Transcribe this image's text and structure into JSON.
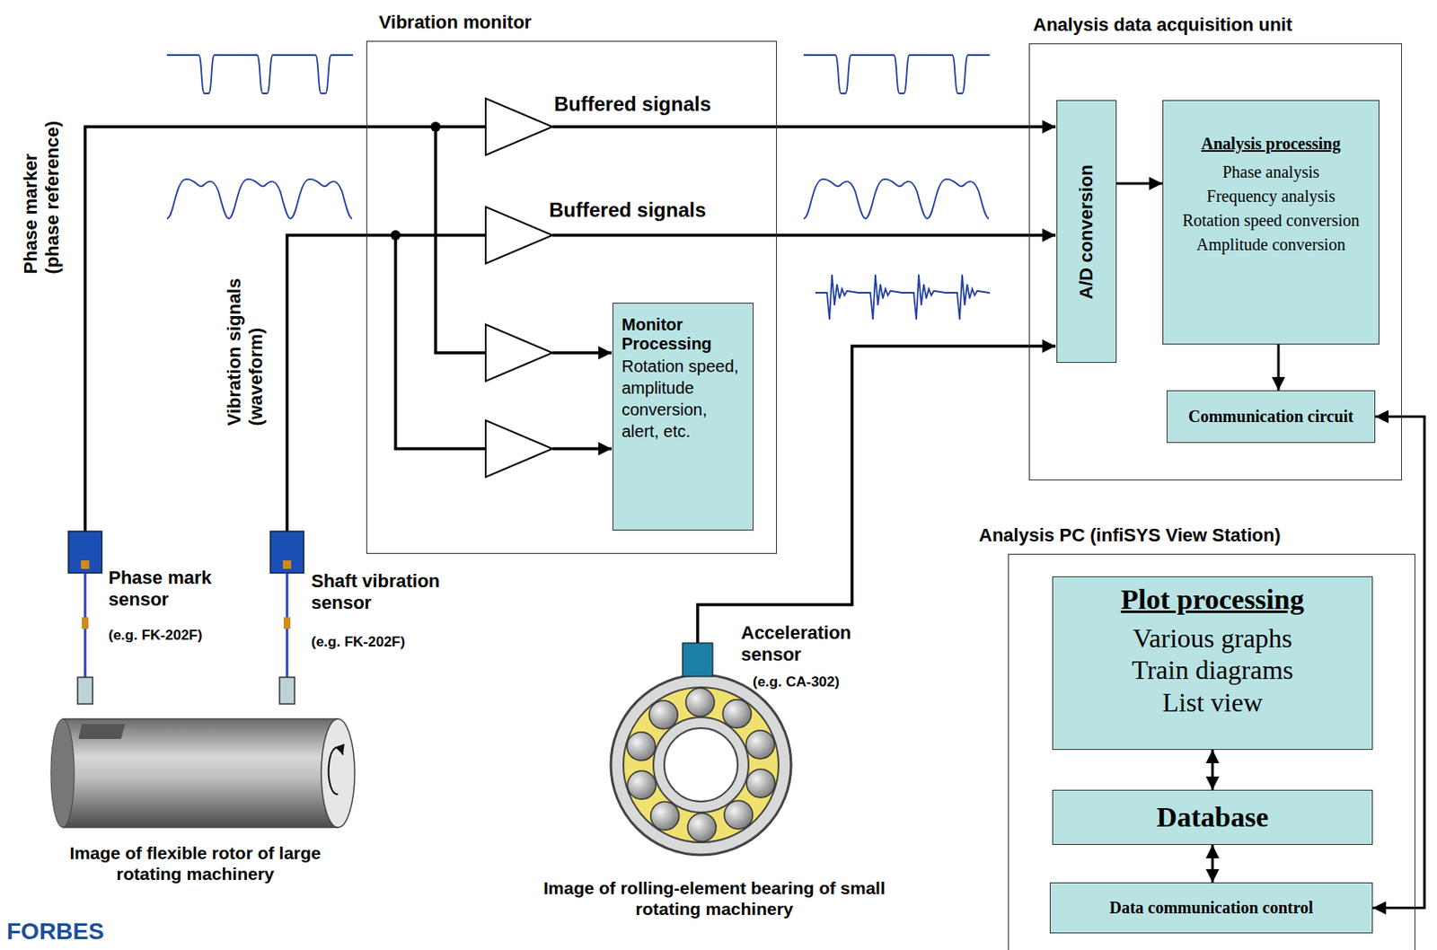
{
  "diagram": {
    "nodes": [
      {
        "text": [
          "Vibration monitor"
        ]
      },
      {
        "text": [
          "Monitor Processing",
          "Rotation speed, amplitude conversion, alert, etc."
        ],
        "in": 0
      },
      {
        "text": [
          "Analysis data acquisition unit"
        ]
      },
      {
        "text": [
          "A/D conversion"
        ],
        "in": 2
      },
      {
        "text": [
          "Analysis processing",
          "Phase analysis",
          "Frequency analysis",
          "Rotation speed conversion",
          "Amplitude conversion"
        ],
        "in": 2
      },
      {
        "text": [
          "Communication circuit"
        ],
        "in": 2
      },
      {
        "text": [
          "Analysis PC (infiSYS View Station)"
        ]
      },
      {
        "text": [
          "Plot processing",
          "Various graphs",
          "Train diagrams",
          "List view"
        ],
        "in": 6
      },
      {
        "text": [
          "Database"
        ],
        "in": 6
      },
      {
        "text": [
          "Data communication control"
        ],
        "in": 6
      }
    ],
    "edges": [
      {
        "from": 3,
        "to": 4,
        "arrow": "to"
      },
      {
        "from": 4,
        "to": 5,
        "arrow": "to"
      },
      {
        "from": 7,
        "to": 8,
        "arrow": "both"
      },
      {
        "from": 8,
        "to": 9,
        "arrow": "both"
      },
      {
        "from": 9,
        "to": 5,
        "arrow": "both"
      }
    ],
    "labels": [
      "Phase marker (phase reference)",
      "Vibration signals (waveform)",
      "Buffered signals",
      "Buffered signals",
      "Phase mark sensor",
      "(e.g. FK-202F)",
      "Shaft vibration sensor",
      "(e.g. FK-202F)",
      "Acceleration sensor",
      "(e.g. CA-302)",
      "Image of flexible rotor of large rotating machinery",
      "Image of rolling-element bearing of small rotating machinery",
      "FORBES"
    ]
  }
}
